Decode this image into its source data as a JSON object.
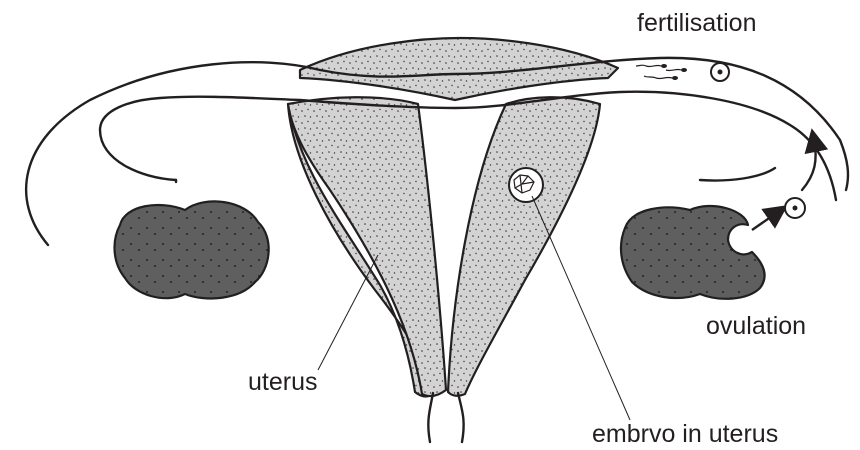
{
  "labels": {
    "fertilisation": "fertilisation",
    "ovulation": "ovulation",
    "uterus": "uterus",
    "embryo": "embrvo in uterus"
  },
  "colors": {
    "ink": "#231f20",
    "tissue_fill": "#d3d3d3",
    "ovary_fill": "#5f5f5f",
    "background": "#ffffff"
  },
  "icons": [
    "sperm-icon",
    "egg-icon",
    "embryo-icon",
    "ovulation-arrow-icon"
  ]
}
